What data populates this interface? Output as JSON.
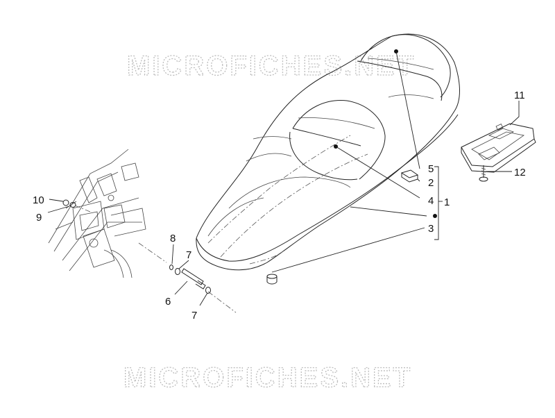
{
  "watermark": {
    "top": "MICROFICHES.NET",
    "bottom": "MICROFICHES.NET"
  },
  "callouts": {
    "c1": "1",
    "c2": "2",
    "c3": "3",
    "c4": "4",
    "c5": "5",
    "c6": "6",
    "c7a": "7",
    "c7b": "7",
    "c8": "8",
    "c9": "9",
    "c10": "10",
    "c11": "11",
    "c12": "12"
  },
  "colors": {
    "line": "#222222",
    "watermark": "#bdbdbd",
    "background": "#ffffff"
  }
}
